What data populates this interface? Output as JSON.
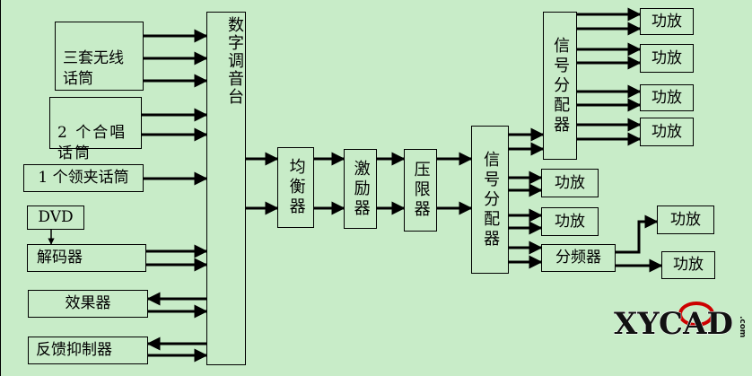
{
  "sources": {
    "wireless_mics": "三套无线\n话筒",
    "chorus_mics": "2 个合唱\n话筒",
    "lavalier_mic": "1 个领夹话筒",
    "dvd": "DVD",
    "decoder": "解码器",
    "effects": "效果器",
    "feedback_suppressor": "反馈抑制器"
  },
  "chain": {
    "mixer": "数字调音台",
    "equalizer": "均衡器",
    "exciter": "激励器",
    "limiter": "压限器",
    "splitter_main": "信号分配器",
    "splitter_top": "信号分配器",
    "crossover": "分频器"
  },
  "amp_label": "功放",
  "logo": {
    "text": "XYCAD",
    "suffix": ".com"
  }
}
